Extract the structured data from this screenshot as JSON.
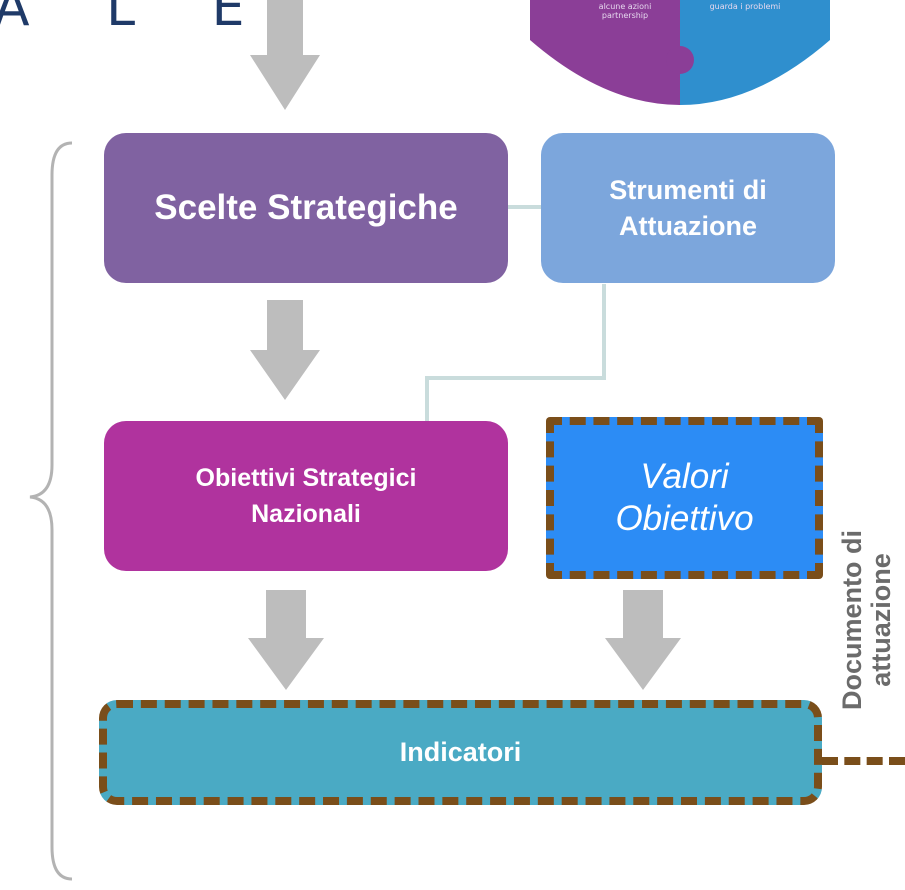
{
  "header": {
    "title_fragment": "A L E"
  },
  "puzzle": {
    "left_text": [
      "alcune azioni",
      "partnership"
    ],
    "right_text": [
      "guarda i problemi"
    ]
  },
  "nodes": {
    "scelte": "Scelte Strategiche",
    "strumenti": [
      "Strumenti di",
      "Attuazione"
    ],
    "obiettivi": [
      "Obiettivi Strategici",
      "Nazionali"
    ],
    "valori": [
      "Valori",
      "Obiettivo"
    ],
    "indicatori": "Indicatori"
  },
  "side_label": [
    "Documento di",
    "attuazione"
  ],
  "colors": {
    "scelte": "#8062a1",
    "strumenti": "#7ca6dc",
    "obiettivi": "#b0339e",
    "valori": "#2c8cf5",
    "indicatori": "#4aaac4",
    "arrow": "#bdbdbd",
    "dash": "#7a4e1a",
    "title": "#1f3a68"
  }
}
